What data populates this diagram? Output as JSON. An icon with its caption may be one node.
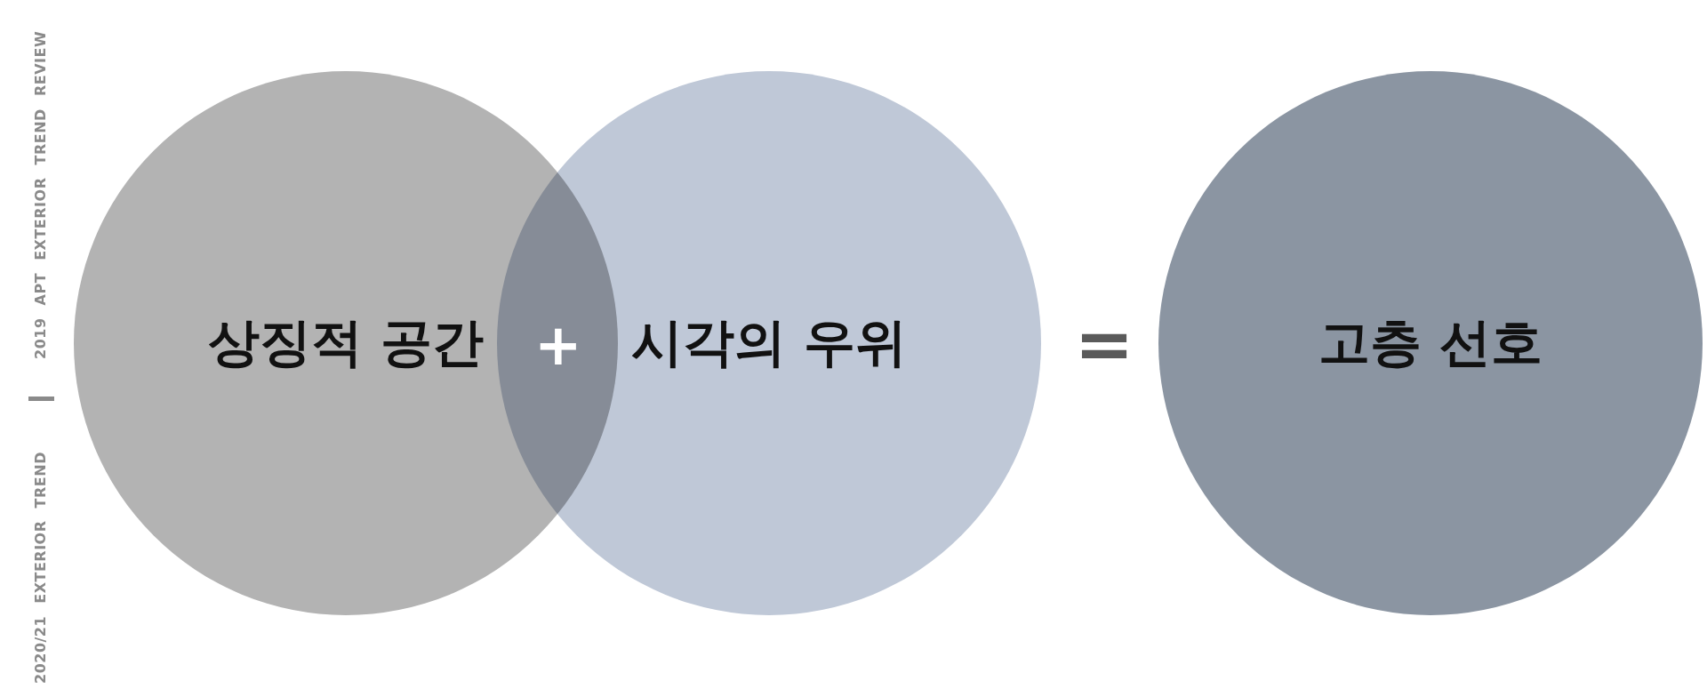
{
  "diagram": {
    "nodes": [
      {
        "text": [
          "상징적 공간"
        ]
      },
      {
        "text": [
          "시각의 우위"
        ]
      },
      {
        "text": [
          "고층 선호"
        ]
      }
    ],
    "labels": [
      "2019 APT EXTERIOR TREND REVIEW",
      "2020/21 EXTERIOR TREND",
      "+",
      "="
    ]
  }
}
